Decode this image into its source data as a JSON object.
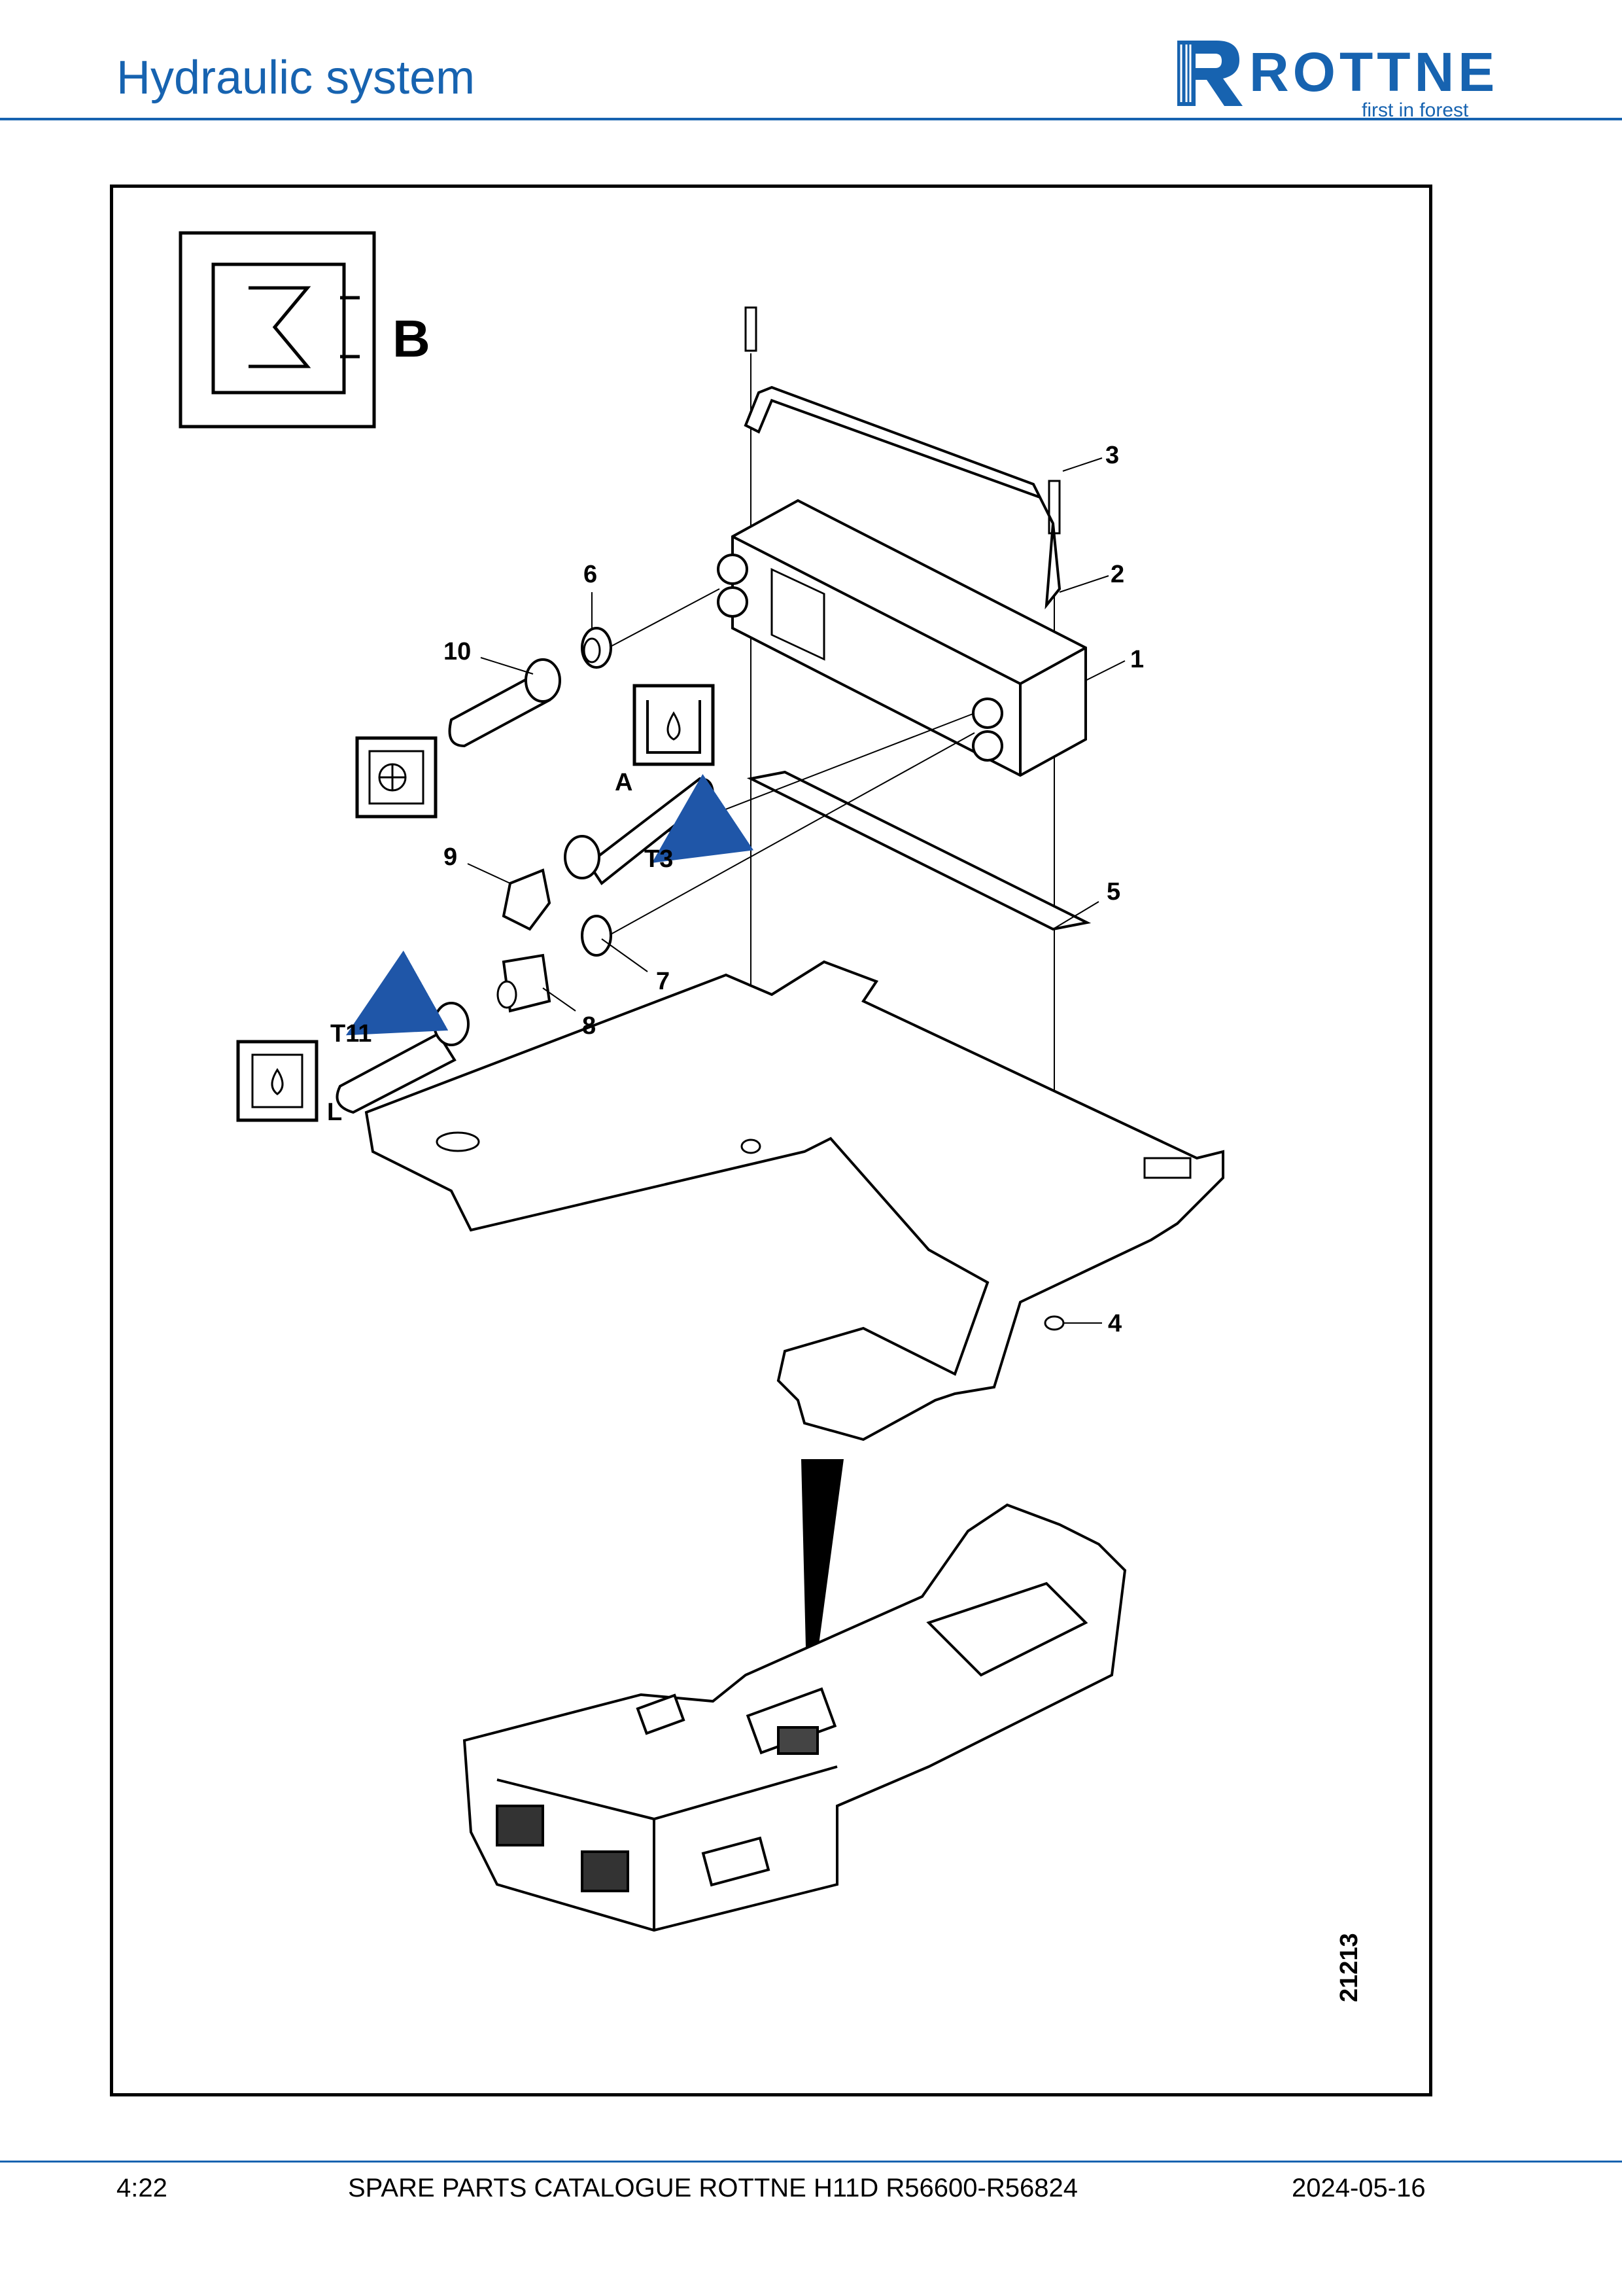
{
  "header": {
    "title": "Hydraulic system",
    "logo_text": "ROTTNE",
    "logo_tagline": "first in forest",
    "brand_color": "#1763b0"
  },
  "figure": {
    "section_letter": "B",
    "drawing_number": "21213",
    "callouts": {
      "c1": "1",
      "c2": "2",
      "c3": "3",
      "c4": "4",
      "c5": "5",
      "c6": "6",
      "c7": "7",
      "c8": "8",
      "c9": "9",
      "c10": "10"
    },
    "port_labels": {
      "a": "A",
      "t3": "T3",
      "t11": "T11",
      "l": "L"
    },
    "icons": [
      "heat-exchanger-symbol",
      "fan-cooler-icon",
      "tank-icon",
      "tank-drain-icon",
      "flow-arrow-icon"
    ]
  },
  "footer": {
    "page": "4:22",
    "catalogue": "SPARE PARTS CATALOGUE ROTTNE H11D R56600-R56824",
    "date": "2024-05-16"
  }
}
